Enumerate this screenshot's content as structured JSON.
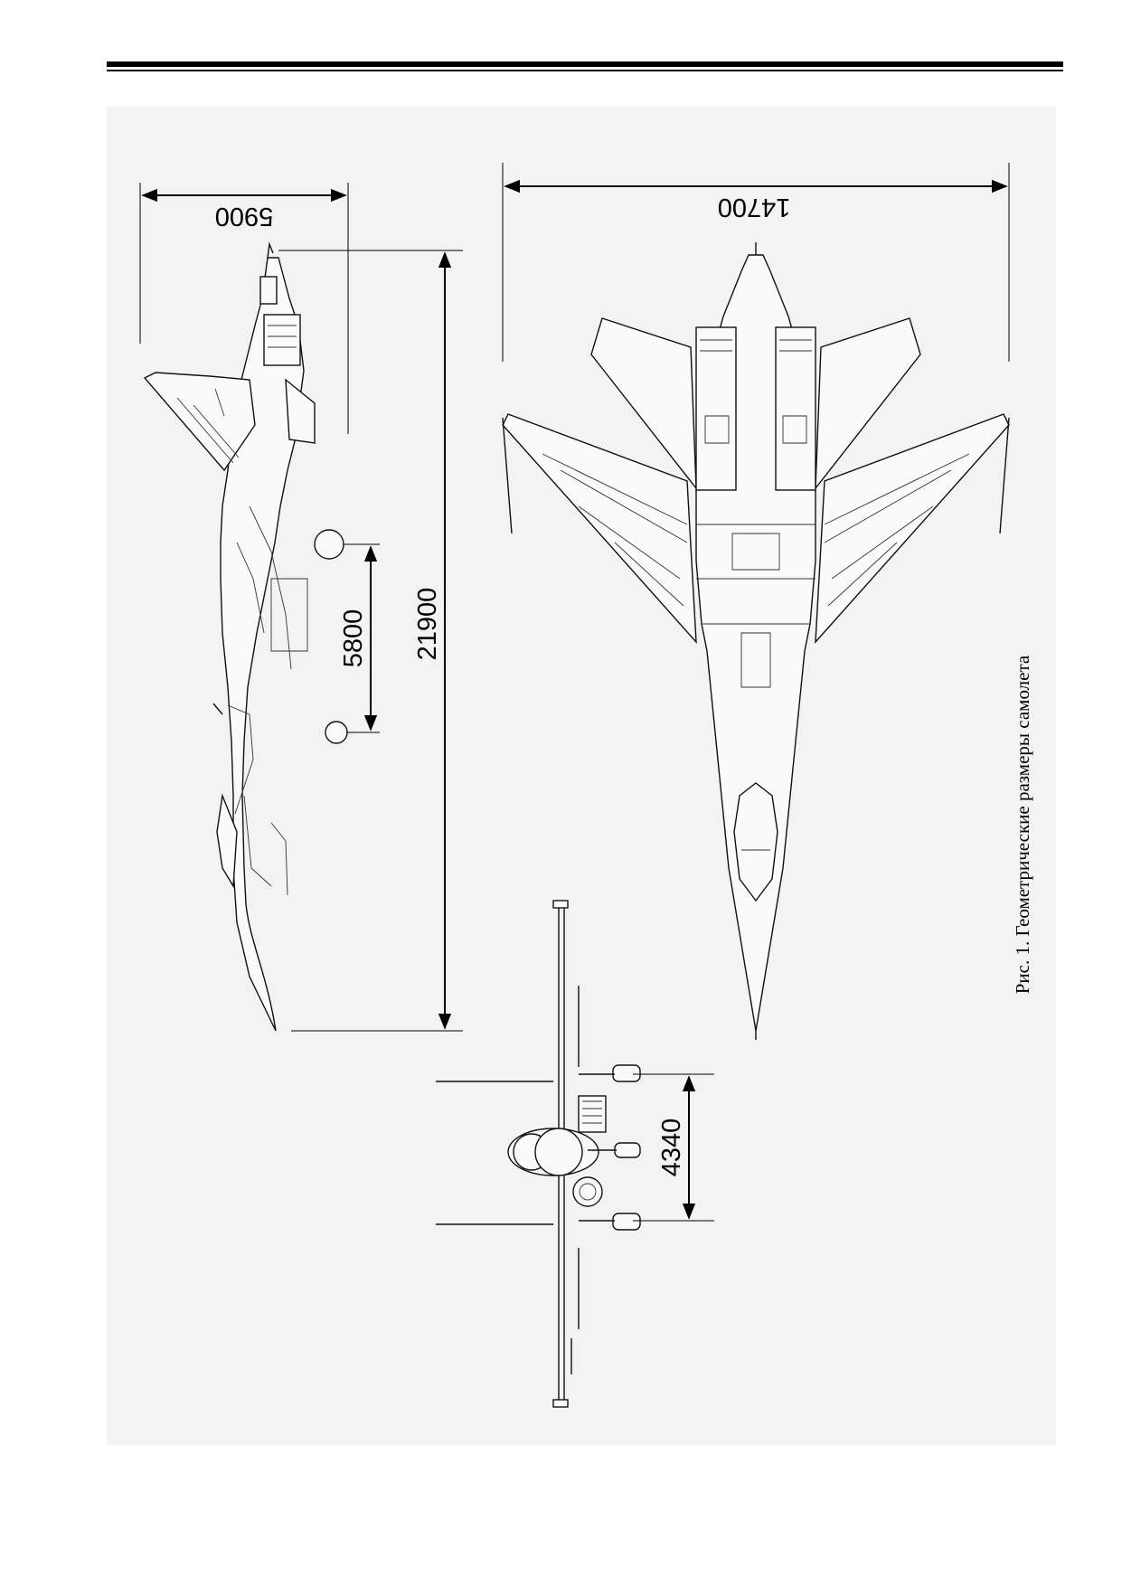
{
  "page": {
    "caption": "Рис. 1. Геометрические размеры самолета"
  },
  "dimensions": {
    "span": "14700",
    "height": "5900",
    "length": "21900",
    "wheelbase": "5800",
    "track": "4340"
  },
  "colors": {
    "panel_background": "#f3f3f3",
    "line": "#111111"
  }
}
